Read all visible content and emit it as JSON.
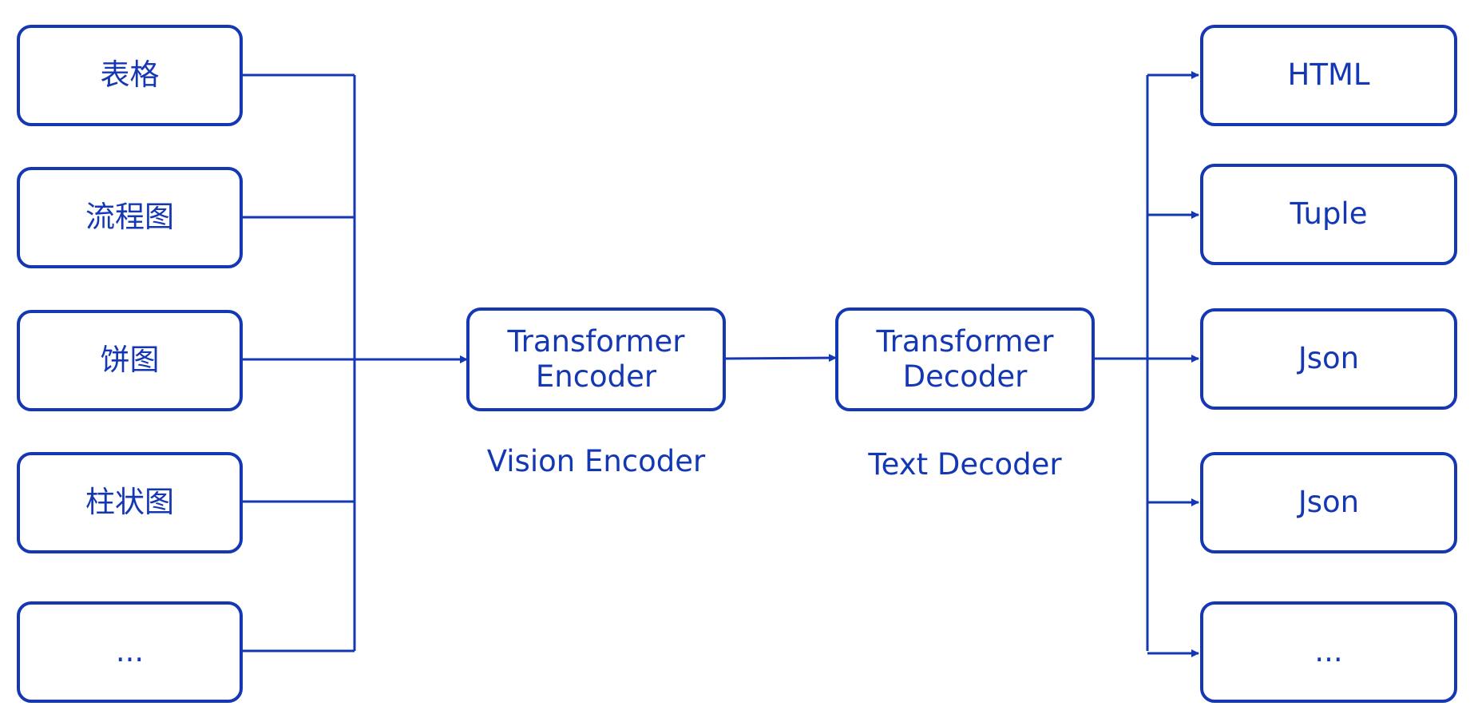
{
  "inputs": [
    "表格",
    "流程图",
    "饼图",
    "柱状图",
    "..."
  ],
  "encoder": {
    "line1": "Transformer",
    "line2": "Encoder",
    "caption": "Vision Encoder"
  },
  "decoder": {
    "line1": "Transformer",
    "line2": "Decoder",
    "caption": "Text Decoder"
  },
  "outputs": [
    "HTML",
    "Tuple",
    "Json",
    "Json",
    "..."
  ],
  "colors": {
    "accent": "#1437b4",
    "background": "#ffffff"
  }
}
